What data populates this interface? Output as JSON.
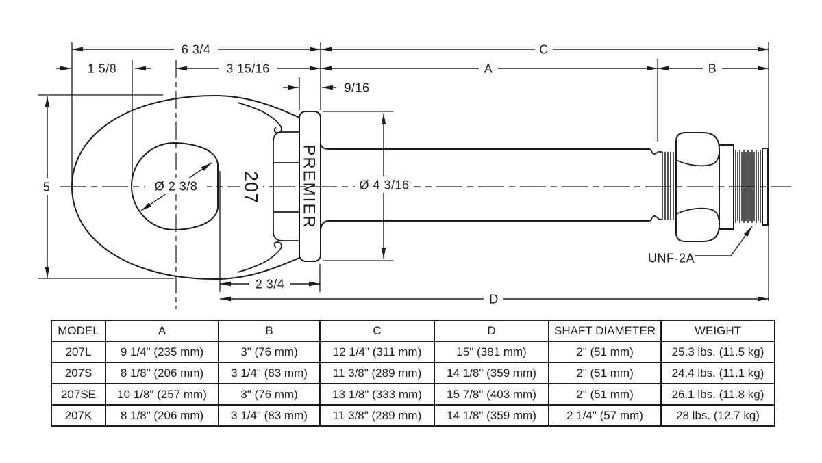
{
  "colors": {
    "line": "#1c1c1c",
    "background": "#ffffff"
  },
  "drawing": {
    "dimensions": {
      "top_overall": "6 3/4",
      "eye_to_hole": "1 5/8",
      "center_to_flange": "3 15/16",
      "flange_thickness": "9/16",
      "length_c": "C",
      "length_a": "A",
      "length_b": "B",
      "eye_height": "5",
      "hole_diameter": "Ø 2 3/8",
      "flange_diameter": "Ø 4 3/16",
      "boss_width": "2 3/4",
      "length_d": "D",
      "thread_spec": "UNF-2A"
    },
    "part_labels": {
      "brand": "PREMIER",
      "model": "207"
    }
  },
  "table": {
    "headers": [
      "MODEL",
      "A",
      "B",
      "C",
      "D",
      "SHAFT DIAMETER",
      "WEIGHT"
    ],
    "rows": [
      [
        "207L",
        "9 1/4\" (235 mm)",
        "3\" (76 mm)",
        "12 1/4\" (311 mm)",
        "15\" (381 mm)",
        "2\" (51 mm)",
        "25.3 lbs. (11.5 kg)"
      ],
      [
        "207S",
        "8 1/8\" (206 mm)",
        "3 1/4\" (83 mm)",
        "11 3/8\" (289 mm)",
        "14 1/8\" (359 mm)",
        "2\" (51 mm)",
        "24.4 lbs. (11.1 kg)"
      ],
      [
        "207SE",
        "10 1/8\" (257 mm)",
        "3\" (76 mm)",
        "13 1/8\" (333 mm)",
        "15 7/8\" (403 mm)",
        "2\" (51 mm)",
        "26.1 lbs. (11.8 kg)"
      ],
      [
        "207K",
        "8 1/8\" (206 mm)",
        "3 1/4\" (83 mm)",
        "11 3/8\" (289 mm)",
        "14 1/8\" (359 mm)",
        "2 1/4\" (57 mm)",
        "28 lbs. (12.7 kg)"
      ]
    ]
  }
}
